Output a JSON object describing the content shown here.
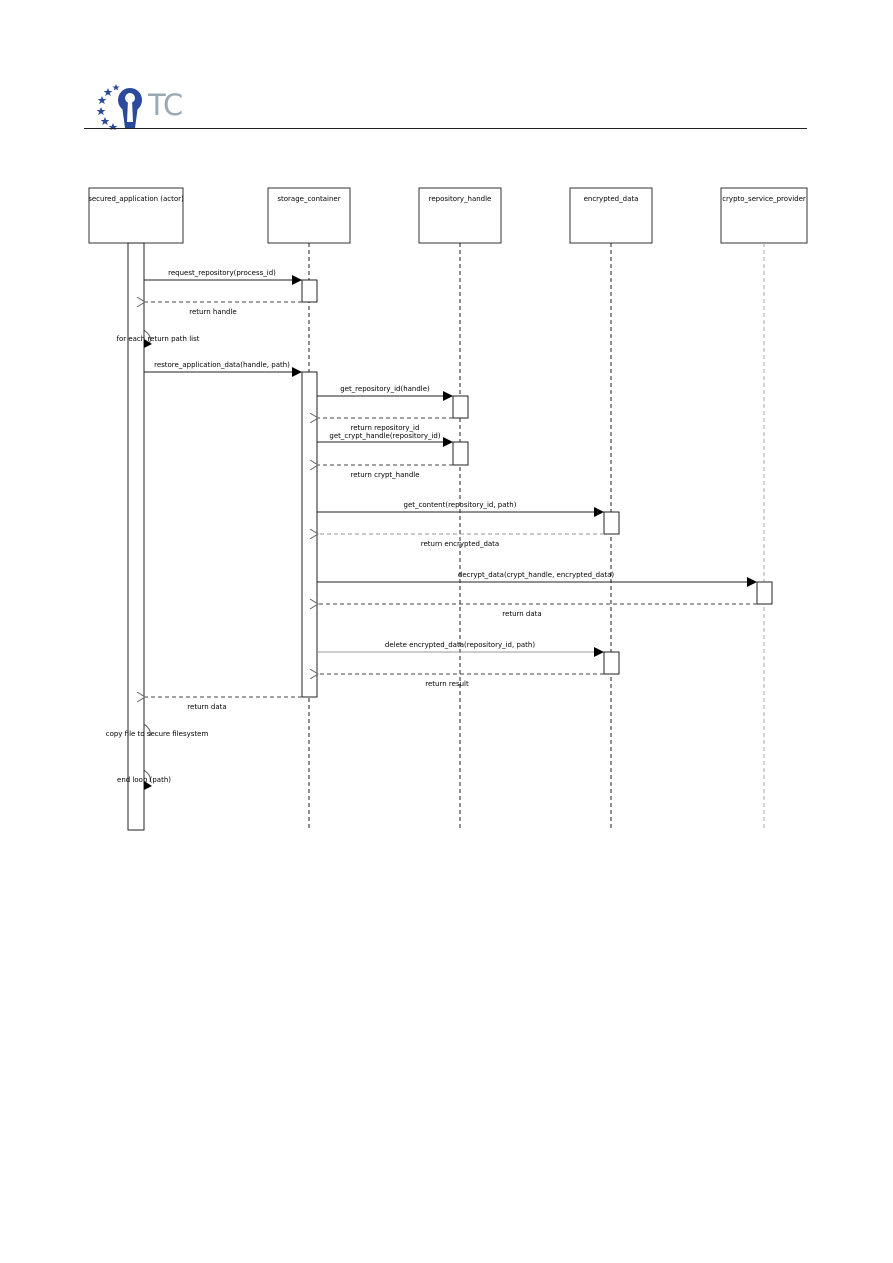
{
  "header": {
    "logo_text": "TC"
  },
  "participants": [
    {
      "id": "app",
      "label": "secured_application (actor)"
    },
    {
      "id": "sc",
      "label": "storage_container"
    },
    {
      "id": "rh",
      "label": "repository_handle"
    },
    {
      "id": "ed",
      "label": "encrypted_data"
    },
    {
      "id": "csp",
      "label": "crypto_service_provider"
    }
  ],
  "messages": [
    {
      "label": "request_repository(process_id)"
    },
    {
      "label": "return handle"
    },
    {
      "label": "for each return path list"
    },
    {
      "label": "restore_application_data(handle, path)"
    },
    {
      "label": "get_repository_id(handle)"
    },
    {
      "label": "return repository_id"
    },
    {
      "label": "get_crypt_handle(repository_id)"
    },
    {
      "label": "return crypt_handle"
    },
    {
      "label": "get_content(repository_id, path)"
    },
    {
      "label": "return encrypted_data"
    },
    {
      "label": "decrypt_data(crypt_handle, encrypted_data)"
    },
    {
      "label": "return data"
    },
    {
      "label": "delete encrypted_data(repository_id, path)"
    },
    {
      "label": "return result"
    },
    {
      "label": "return data"
    },
    {
      "label": "copy file to secure filesystem"
    },
    {
      "label": "end loop (path)"
    }
  ]
}
